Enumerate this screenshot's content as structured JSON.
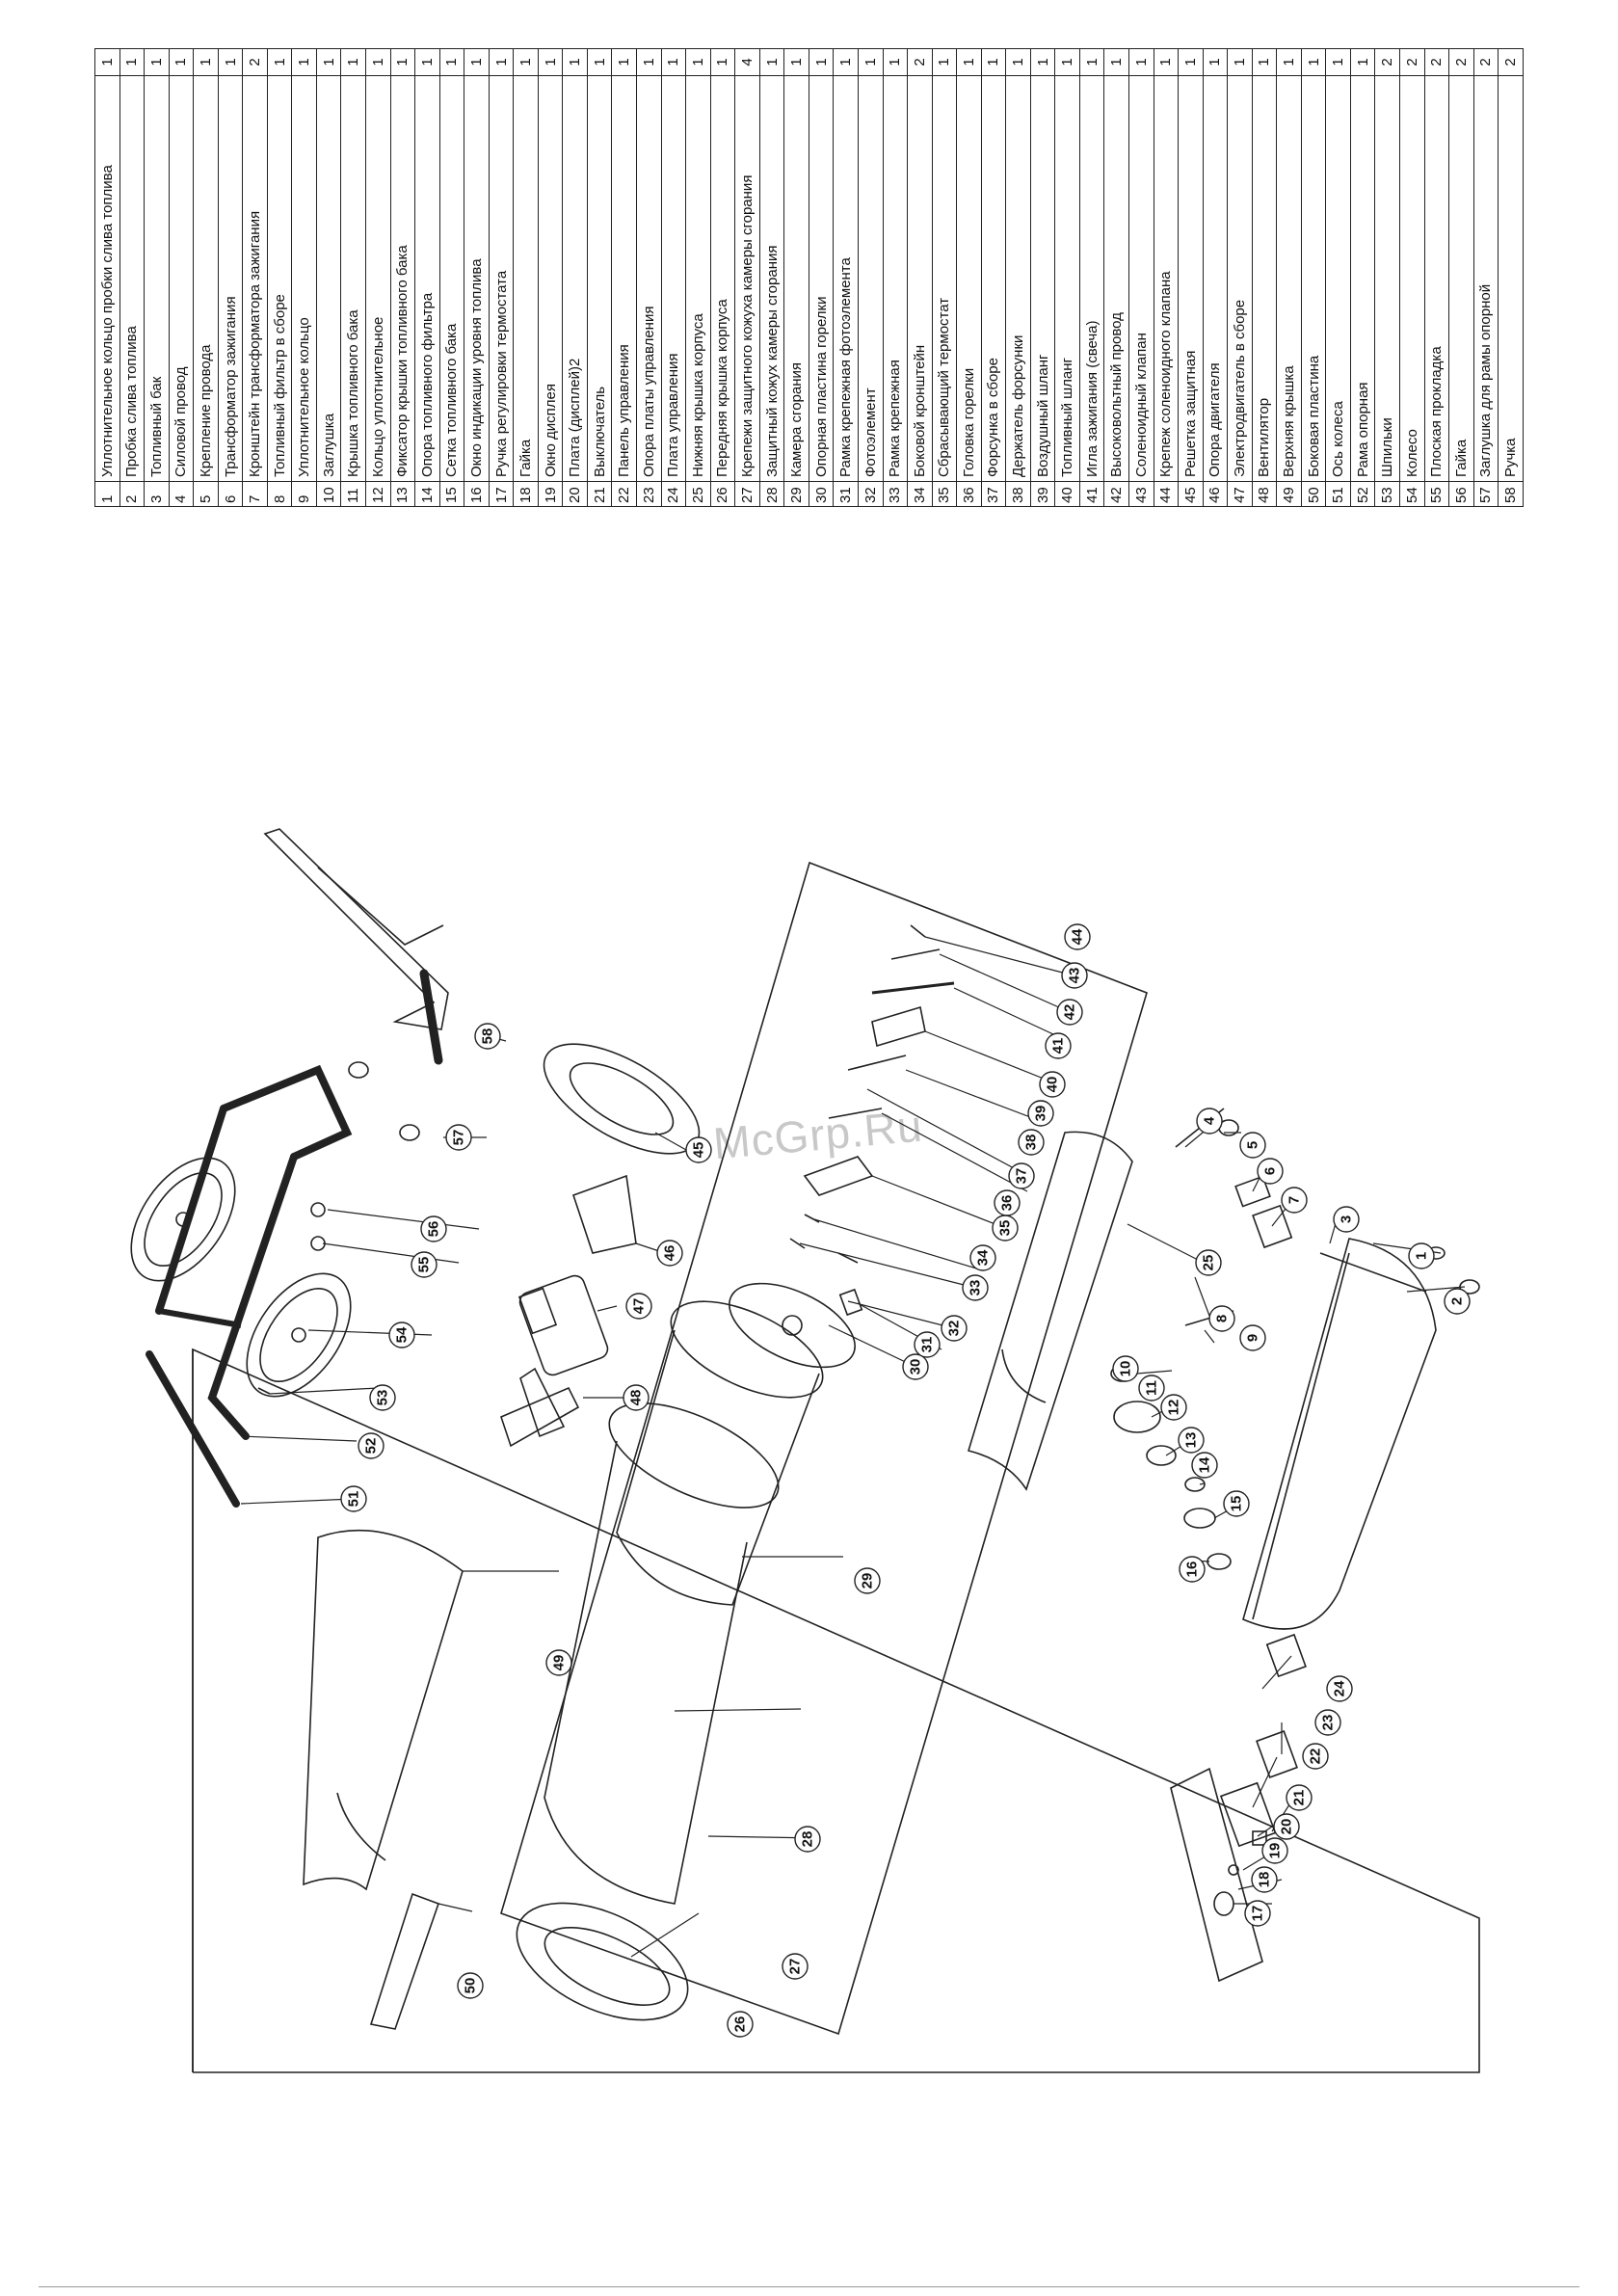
{
  "watermark": "McGrp.Ru",
  "parts": [
    {
      "num": "1",
      "name": "Уплотнительное кольцо пробки слива топлива",
      "qty": "1"
    },
    {
      "num": "2",
      "name": "Пробка слива топлива",
      "qty": "1"
    },
    {
      "num": "3",
      "name": "Топливный бак",
      "qty": "1"
    },
    {
      "num": "4",
      "name": "Силовой провод",
      "qty": "1"
    },
    {
      "num": "5",
      "name": "Крепление провода",
      "qty": "1"
    },
    {
      "num": "6",
      "name": "Трансформатор зажигания",
      "qty": "1"
    },
    {
      "num": "7",
      "name": "Кронштейн трансформатора зажигания",
      "qty": "2"
    },
    {
      "num": "8",
      "name": "Топливный фильтр в сборе",
      "qty": "1"
    },
    {
      "num": "9",
      "name": "Уплотнительное кольцо",
      "qty": "1"
    },
    {
      "num": "10",
      "name": "Заглушка",
      "qty": "1"
    },
    {
      "num": "11",
      "name": "Крышка топливного бака",
      "qty": "1"
    },
    {
      "num": "12",
      "name": "Кольцо уплотнительное",
      "qty": "1"
    },
    {
      "num": "13",
      "name": "Фиксатор крышки топливного бака",
      "qty": "1"
    },
    {
      "num": "14",
      "name": "Опора топливного фильтра",
      "qty": "1"
    },
    {
      "num": "15",
      "name": "Сетка топливного бака",
      "qty": "1"
    },
    {
      "num": "16",
      "name": "Окно индикации уровня топлива",
      "qty": "1"
    },
    {
      "num": "17",
      "name": "Ручка регулировки термостата",
      "qty": "1"
    },
    {
      "num": "18",
      "name": "Гайка",
      "qty": "1"
    },
    {
      "num": "19",
      "name": "Окно дисплея",
      "qty": "1"
    },
    {
      "num": "20",
      "name": "Плата (дисплей)2",
      "qty": "1"
    },
    {
      "num": "21",
      "name": "Выключатель",
      "qty": "1"
    },
    {
      "num": "22",
      "name": "Панель управления",
      "qty": "1"
    },
    {
      "num": "23",
      "name": "Опора платы управления",
      "qty": "1"
    },
    {
      "num": "24",
      "name": "Плата управления",
      "qty": "1"
    },
    {
      "num": "25",
      "name": "Нижняя крышка корпуса",
      "qty": "1"
    },
    {
      "num": "26",
      "name": "Передняя крышка корпуса",
      "qty": "1"
    },
    {
      "num": "27",
      "name": "Крепежи защитного кожуха камеры сгорания",
      "qty": "4"
    },
    {
      "num": "28",
      "name": "Защитный кожух камеры сгорания",
      "qty": "1"
    },
    {
      "num": "29",
      "name": "Камера сгорания",
      "qty": "1"
    },
    {
      "num": "30",
      "name": "Опорная пластина горелки",
      "qty": "1"
    },
    {
      "num": "31",
      "name": "Рамка крепежная фотоэлемента",
      "qty": "1"
    },
    {
      "num": "32",
      "name": "Фотоэлемент",
      "qty": "1"
    },
    {
      "num": "33",
      "name": "Рамка крепежная",
      "qty": "1"
    },
    {
      "num": "34",
      "name": "Боковой кронштейн",
      "qty": "2"
    },
    {
      "num": "35",
      "name": "Сбрасывающий термостат",
      "qty": "1"
    },
    {
      "num": "36",
      "name": "Головка горелки",
      "qty": "1"
    },
    {
      "num": "37",
      "name": "Форсунка в сборе",
      "qty": "1"
    },
    {
      "num": "38",
      "name": "Держатель форсунки",
      "qty": "1"
    },
    {
      "num": "39",
      "name": "Воздушный шланг",
      "qty": "1"
    },
    {
      "num": "40",
      "name": "Топливный шланг",
      "qty": "1"
    },
    {
      "num": "41",
      "name": "Игла зажигания (свеча)",
      "qty": "1"
    },
    {
      "num": "42",
      "name": "Высоковольтный провод",
      "qty": "1"
    },
    {
      "num": "43",
      "name": "Соленоидный клапан",
      "qty": "1"
    },
    {
      "num": "44",
      "name": "Крепеж соленоидного клапана",
      "qty": "1"
    },
    {
      "num": "45",
      "name": "Решетка защитная",
      "qty": "1"
    },
    {
      "num": "46",
      "name": "Опора двигателя",
      "qty": "1"
    },
    {
      "num": "47",
      "name": "Электродвигатель в сборе",
      "qty": "1"
    },
    {
      "num": "48",
      "name": "Вентилятор",
      "qty": "1"
    },
    {
      "num": "49",
      "name": "Верхняя крышка",
      "qty": "1"
    },
    {
      "num": "50",
      "name": "Боковая пластина",
      "qty": "1"
    },
    {
      "num": "51",
      "name": "Ось колеса",
      "qty": "1"
    },
    {
      "num": "52",
      "name": "Рама опорная",
      "qty": "1"
    },
    {
      "num": "53",
      "name": "Шпильки",
      "qty": "2"
    },
    {
      "num": "54",
      "name": "Колесо",
      "qty": "2"
    },
    {
      "num": "55",
      "name": "Плоская прокладка",
      "qty": "2"
    },
    {
      "num": "56",
      "name": "Гайка",
      "qty": "2"
    },
    {
      "num": "57",
      "name": "Заглушка для рамы опорной",
      "qty": "2"
    },
    {
      "num": "58",
      "name": "Ручка",
      "qty": "2"
    }
  ]
}
